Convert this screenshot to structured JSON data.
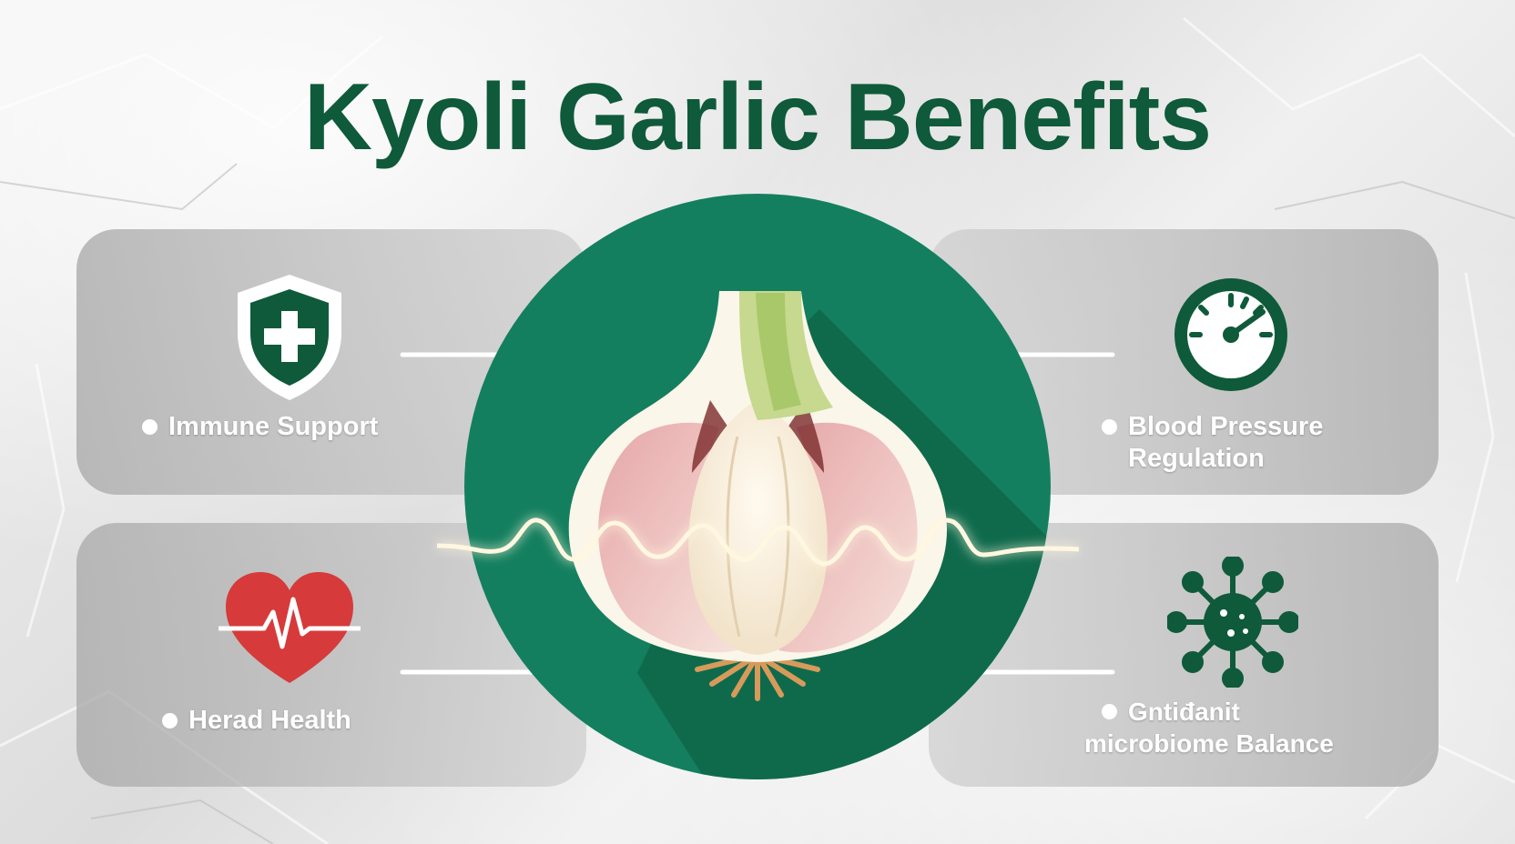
{
  "title": "Kyoli Garlic Benefits",
  "benefits": {
    "immune": {
      "label": "Immune Support",
      "icon": "shield-plus-icon"
    },
    "blood_pressure": {
      "label_line1": "Blood Pressure",
      "label_line2": "Regulation",
      "icon": "gauge-icon"
    },
    "heart": {
      "label": "Herad Health",
      "icon": "heart-pulse-icon"
    },
    "gut": {
      "label_line1": "Gntiđanit",
      "label_line2": "microbiome Balance",
      "icon": "microbe-icon"
    }
  },
  "center": {
    "icon": "garlic-bulb-icon"
  },
  "colors": {
    "brand_green": "#0e5a3a",
    "circle_green": "#137f5e",
    "heart_red": "#d73a3a",
    "card_grey": "#b5b5b5"
  }
}
